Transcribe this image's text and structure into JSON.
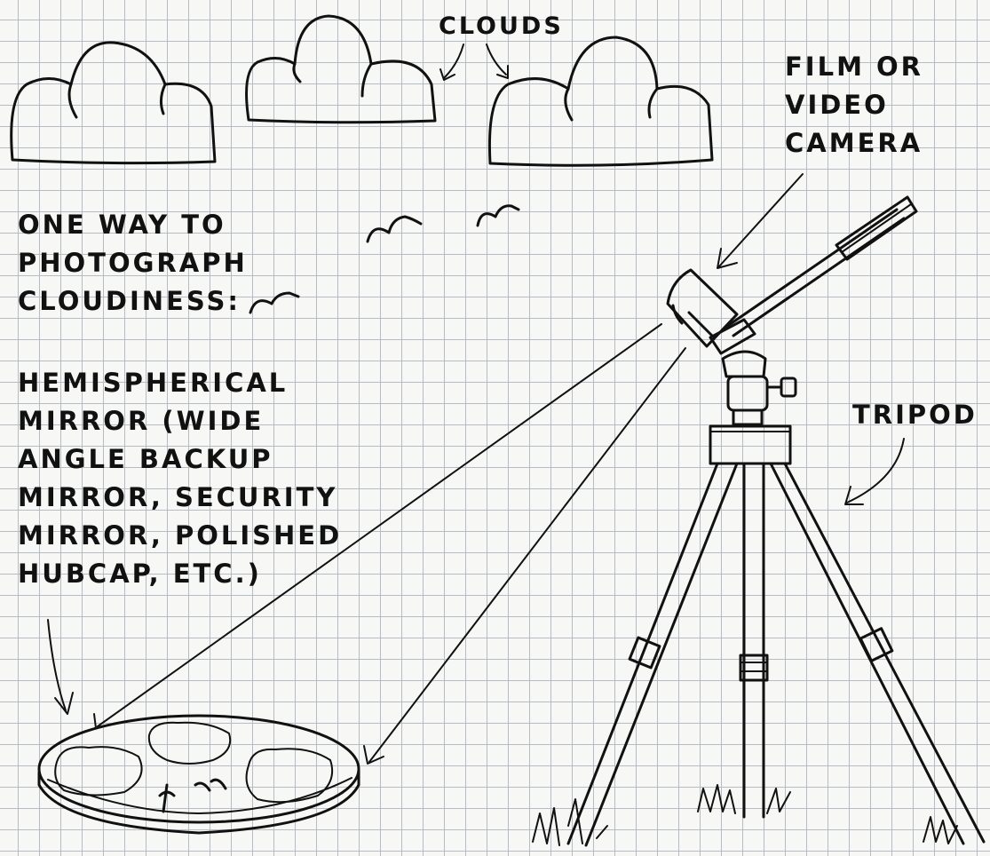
{
  "labels": {
    "clouds": "CLOUDS",
    "camera": [
      "FILM OR",
      "VIDEO",
      "CAMERA"
    ],
    "intro": [
      "ONE WAY TO",
      "PHOTOGRAPH",
      "CLOUDINESS:"
    ],
    "mirror": [
      "HEMISPHERICAL",
      "MIRROR (WIDE",
      "ANGLE BACKUP",
      "MIRROR, SECURITY",
      "MIRROR, POLISHED",
      "HUBCAP, ETC.)"
    ],
    "tripod": "TRIPOD"
  },
  "colors": {
    "ink": "#111111",
    "paper": "#f7f7f5",
    "grid": "#b9bcbf"
  }
}
